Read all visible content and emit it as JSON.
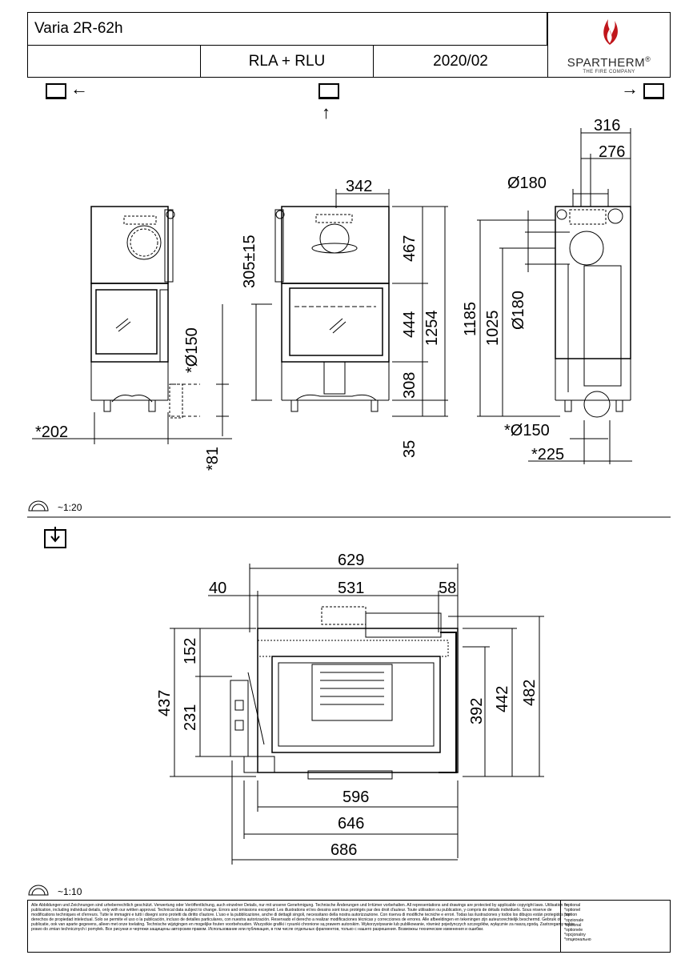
{
  "header": {
    "model": "Varia 2R-62h",
    "variant": "RLA + RLU",
    "date": "2020/02",
    "brand": "SPARTHERM",
    "brand_mark": "®",
    "tagline": "THE FIRE COMPANY"
  },
  "views": {
    "left_arrow": "←",
    "up_arrow": "↑",
    "right_arrow": "→"
  },
  "elevation_dims": {
    "d_342": "342",
    "d_316": "316",
    "d_276": "276",
    "d_o180_top": "Ø180",
    "d_305": "305±15",
    "d_467": "467",
    "d_444": "444",
    "d_1254": "1254",
    "d_308": "308",
    "d_35": "35",
    "d_o150_left": "*Ø150",
    "d_202": "*202",
    "d_81": "*81",
    "d_1185": "1185",
    "d_1025": "1025",
    "d_o180_side": "Ø180",
    "d_o150_right": "*Ø150",
    "d_225": "*225"
  },
  "elevation_scale": "~1:20",
  "plan_dims": {
    "d_629": "629",
    "d_40": "40",
    "d_531": "531",
    "d_58": "58",
    "d_152": "152",
    "d_437": "437",
    "d_231": "231",
    "d_392": "392",
    "d_442": "442",
    "d_482": "482",
    "d_596": "596",
    "d_646": "646",
    "d_686": "686"
  },
  "plan_scale": "~1:10",
  "footer": {
    "legal": "Alle Abbildungen und Zeichnungen sind urheberrechtlich geschützt. Verwertung oder Veröffentlichung, auch einzelner Details, nur mit unserer Genehmigung. Technische Änderungen und Irrtümer vorbehalten. All representations and drawings are protected by applicable copyright laws. Utilisation or publication, including individual details, only with our written approval. Technical data subject to change. Errors and omissions excepted. Les illustrations et les dessins sont tous protégés par des droit d'auteur. Toute utilisation ou publication, y compris de détails individuels. Sous réserve de modifications techniques et d'erreurs. Tutte le immagini e tutti i disegni sono protetti da diritto d'autore. L'uso e la pubblicazione, anche di dettagli singoli, necessitano della nostra autorizzazione. Con riserva di modifiche tecniche e errori. Todas las ilustraciones y todos los dibujos están protegidos por derechos de propiedad intelectual. Solo se permite el uso o la publicación, incluso de detalles particulares, con nuestra autorización. Reservado el derecho a realizar modificaciones técnicas y correcciones de errores. Alle afbeeldingen en tekeningen zijn auteursrechtelijk beschermd. Gebruik of publicatie, ook van aparte gegevens, alleen met onze toelating. Technische wijzigingen en mogelijke fouten voorbehouden. Wszystkie grafiki i rysunki chronione są prawem autorskim. Wykorzystywanie lub publikowanie, również pojedynczych szczegółów, wyłącznie za naszą zgodą. Zastrzegamy sobie prawo do zmian technicznych i pomyłek. Все рисунки и чертежи защищены авторским правом. Использование или публикация, в том числе отдельных фрагментов, только с нашего разрешения. Возможны технические изменения и ошибки.",
    "options": [
      "*optional",
      "*optionel",
      "*option",
      "*opzionale",
      "*opcional",
      "*optionele",
      "*opcjonalny",
      "*опционально"
    ]
  }
}
